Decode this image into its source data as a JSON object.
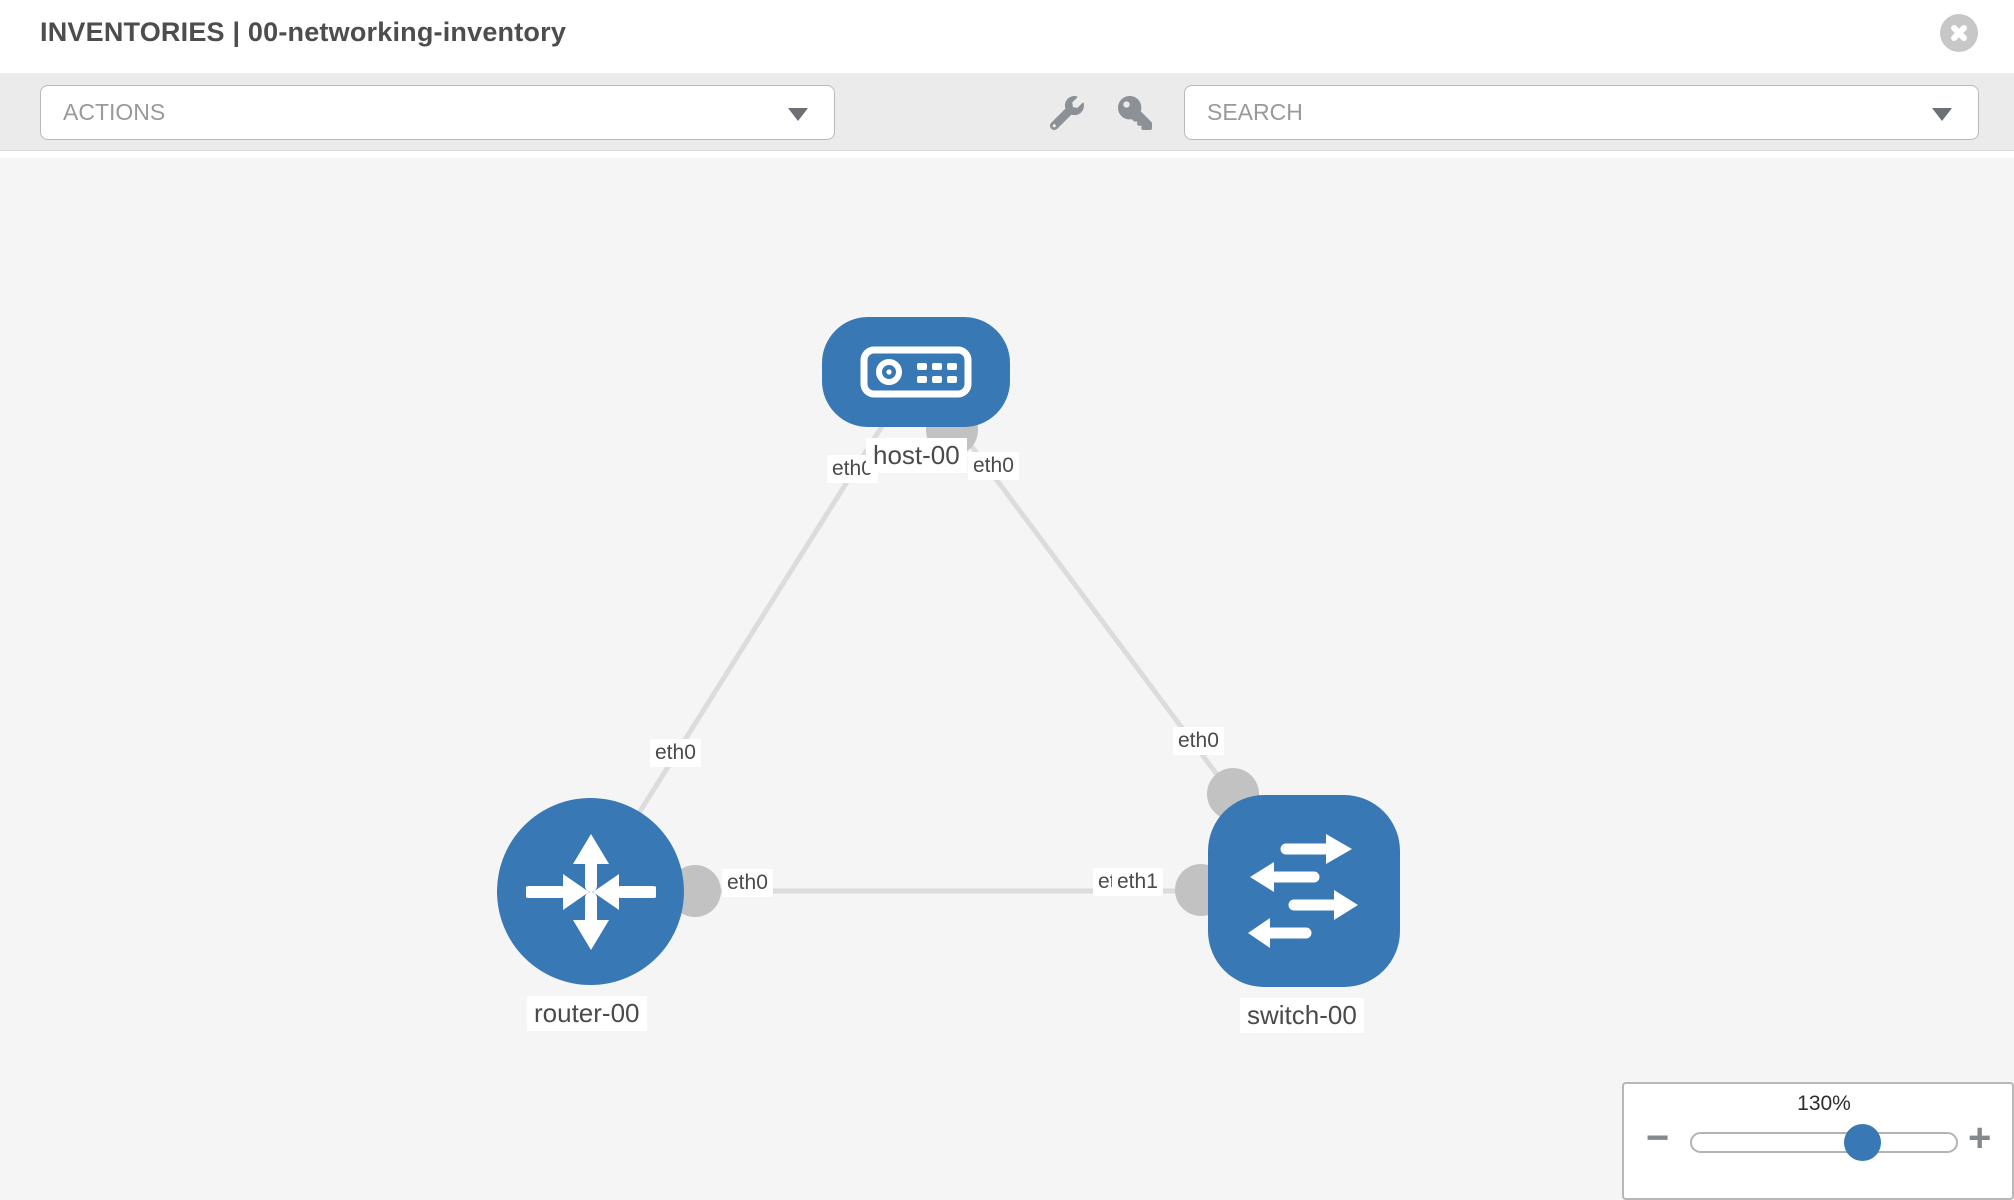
{
  "header": {
    "title": "INVENTORIES | 00-networking-inventory"
  },
  "toolbar": {
    "actions_label": "ACTIONS",
    "search_label": "SEARCH",
    "icons": [
      "wrench-icon",
      "key-icon"
    ]
  },
  "topology": {
    "nodes": [
      {
        "label": "host-00",
        "type": "host"
      },
      {
        "label": "router-00",
        "type": "router"
      },
      {
        "label": "switch-00",
        "type": "switch"
      }
    ],
    "links": [
      {
        "from": "host-00",
        "to": "router-00",
        "from_interface": "eth0",
        "to_interface": "eth0"
      },
      {
        "from": "host-00",
        "to": "switch-00",
        "from_interface": "eth0",
        "to_interface": "eth0"
      },
      {
        "from": "router-00",
        "to": "switch-00",
        "from_interface": "eth0",
        "to_interface": "eth1",
        "overlapped_interface_label": "eth0"
      }
    ]
  },
  "zoom": {
    "level": "130%",
    "minus": "−",
    "plus": "+"
  },
  "colors": {
    "node_fill": "#3778b5",
    "link_line": "#dcdcdc",
    "connector_dot": "#c2c2c2",
    "canvas_bg": "#f5f5f5",
    "toolbar_bg": "#ebebeb",
    "slider_handle": "#3778b5"
  }
}
